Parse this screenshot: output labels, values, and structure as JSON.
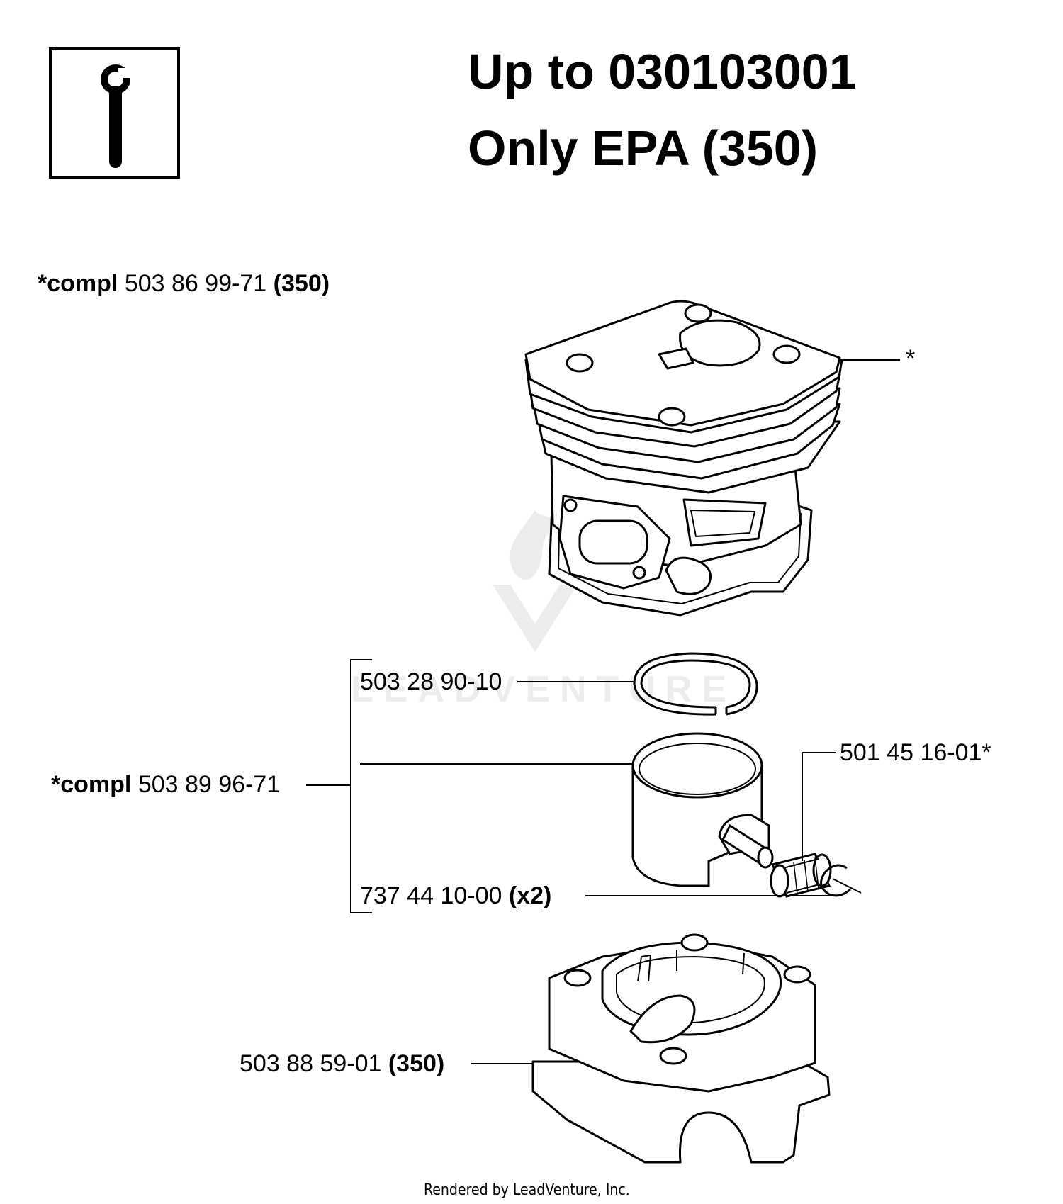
{
  "header": {
    "title_line1": "Up to 030103001",
    "title_line2": "Only EPA (350)",
    "service_icon": "wrench-service-icon"
  },
  "labels": {
    "cylinder_compl": {
      "prefix": "*compl",
      "part": "503 86 99-71",
      "suffix": "(350)"
    },
    "cylinder_marker": "*",
    "piston_ring": {
      "part": "503 28 90-10"
    },
    "needle_bearing": {
      "part": "501 45 16-01*"
    },
    "piston_compl": {
      "prefix": "*compl",
      "part": "503 89 96-71"
    },
    "circlip": {
      "part": "737 44 10-00",
      "suffix": "(x2)"
    },
    "crankcase": {
      "part": "503 88 59-01",
      "suffix": "(350)"
    }
  },
  "watermark": {
    "text": "LEADVENTURE"
  },
  "footer": {
    "text": "Rendered by LeadVenture, Inc."
  },
  "colors": {
    "line": "#000000",
    "watermark": "#ececec",
    "background": "#ffffff"
  }
}
